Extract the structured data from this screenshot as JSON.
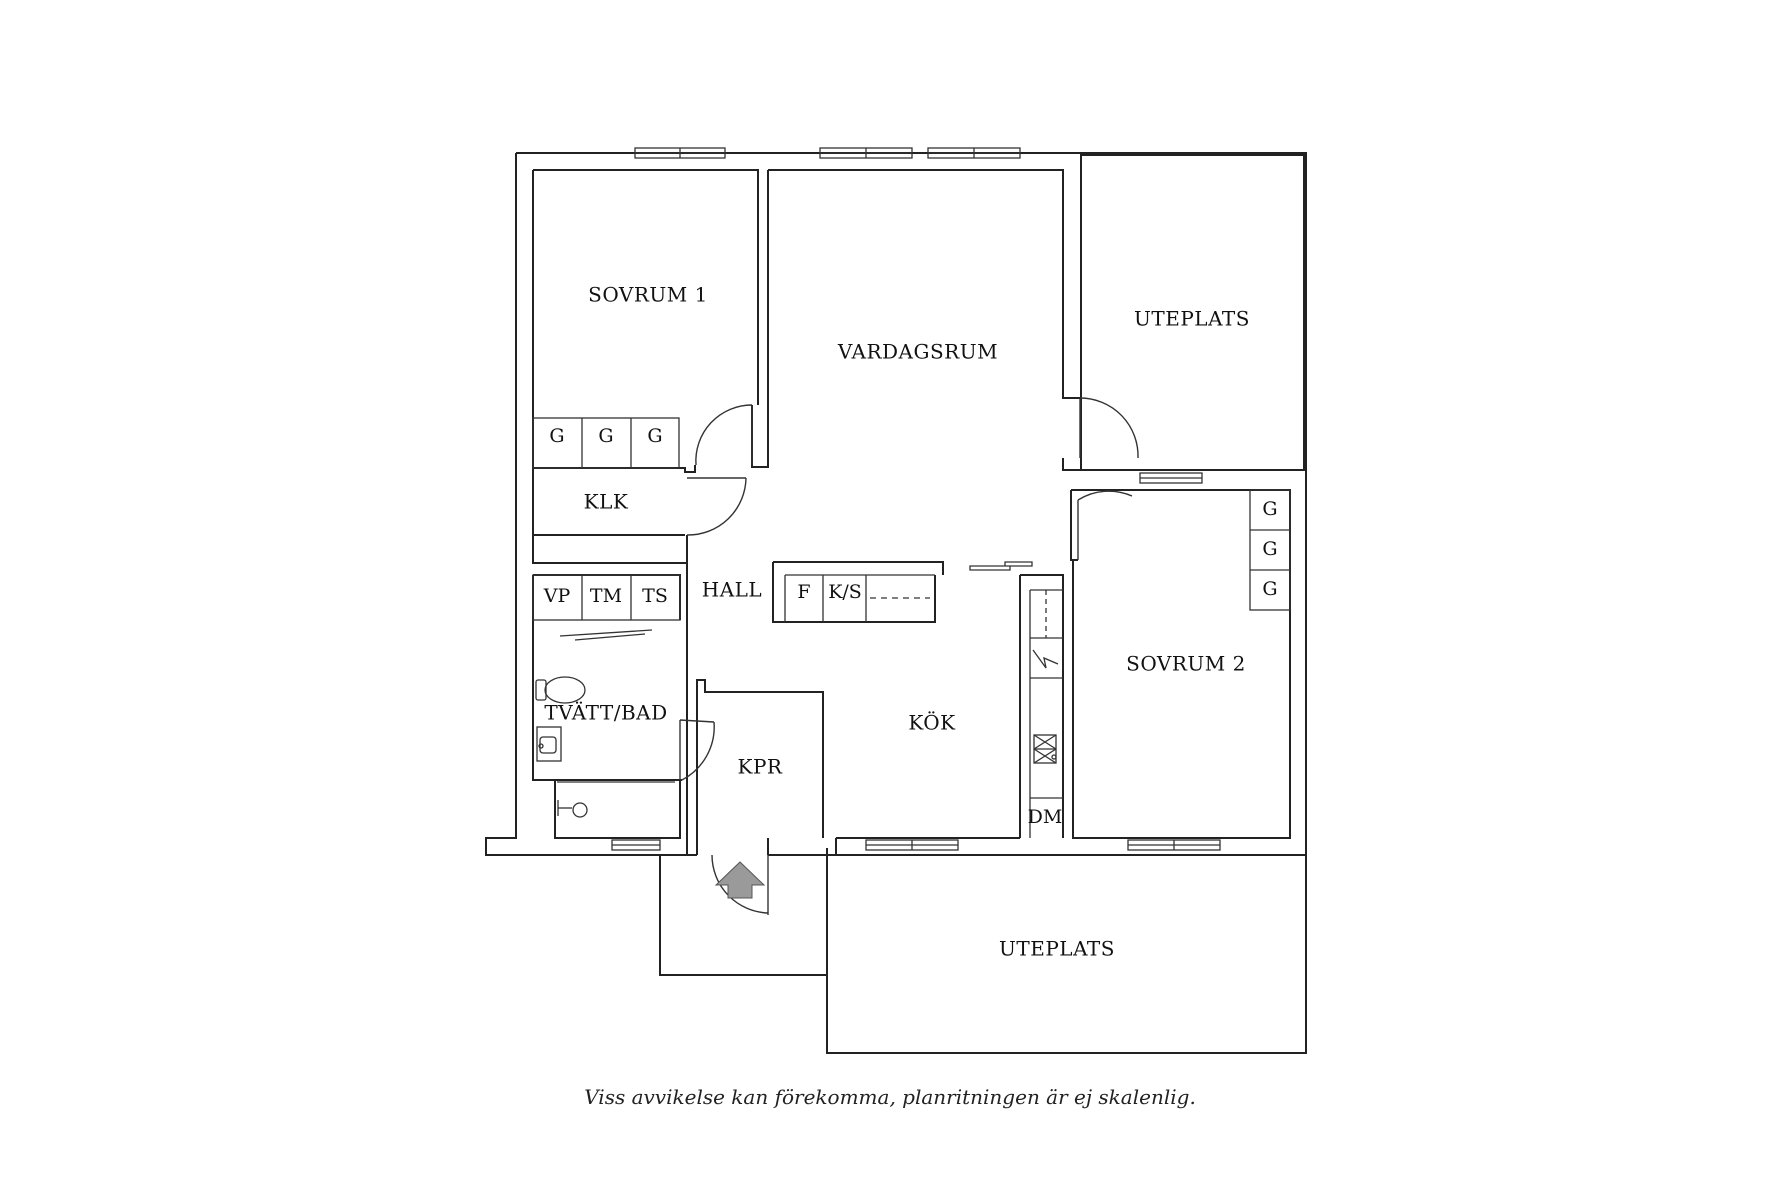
{
  "rooms": {
    "sovrum_1": "SOVRUM 1",
    "vardagsrum": "VARDAGSRUM",
    "uteplats_top": "UTEPLATS",
    "klk": "KLK",
    "hall": "HALL",
    "tvatt_bad": "TVÄTT/BAD",
    "kpr": "KPR",
    "kok": "KÖK",
    "sovrum_2": "SOVRUM 2",
    "uteplats_bottom": "UTEPLATS"
  },
  "fixtures": {
    "g": "G",
    "vp": "VP",
    "tm": "TM",
    "ts": "TS",
    "f": "F",
    "ks": "K/S",
    "dm": "DM"
  },
  "caption": "Viss avvikelse kan förekomma, planritningen är ej skalenlig."
}
